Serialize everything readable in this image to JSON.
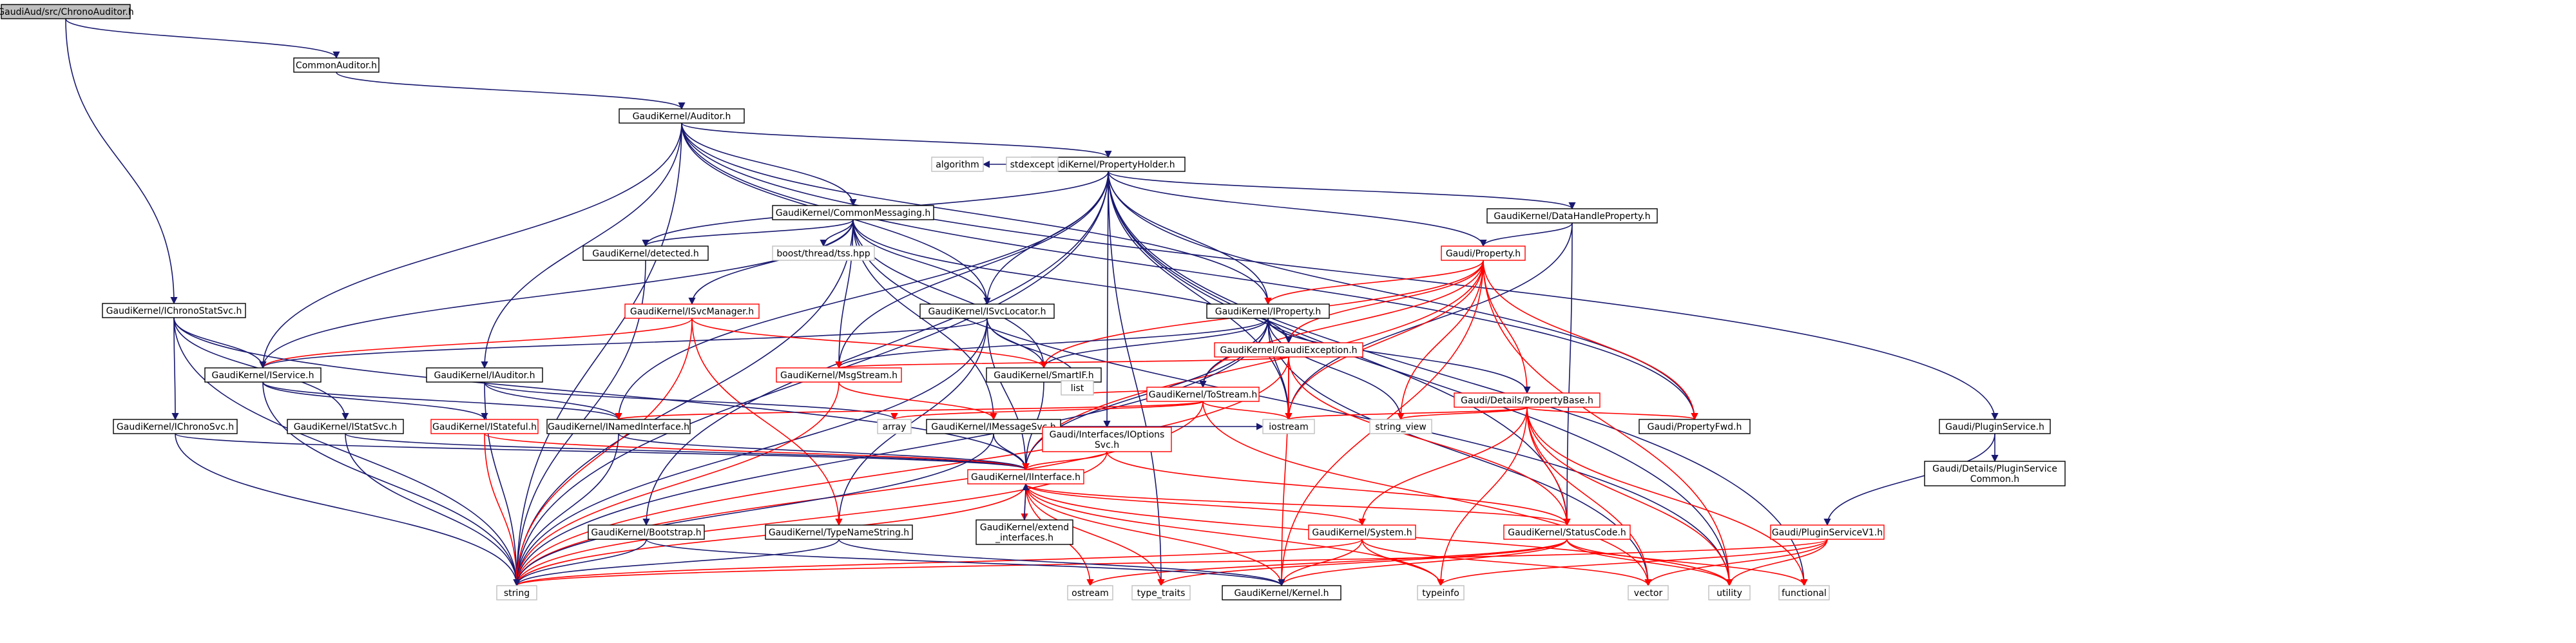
{
  "nodes": [
    {
      "id": "root",
      "label": "GaudiAud/src/ChronoAuditor.h",
      "style": "root"
    },
    {
      "id": "commonAuditor",
      "label": "CommonAuditor.h",
      "style": "normal"
    },
    {
      "id": "auditor",
      "label": "GaudiKernel/Auditor.h",
      "style": "normal"
    },
    {
      "id": "iChronoStatSvc",
      "label": "GaudiKernel/IChronoStatSvc.h",
      "style": "normal"
    },
    {
      "id": "propertyHolder",
      "label": "GaudiKernel/PropertyHolder.h",
      "style": "normal"
    },
    {
      "id": "commonMessaging",
      "label": "GaudiKernel/CommonMessaging.h",
      "style": "normal"
    },
    {
      "id": "dataHandleProperty",
      "label": "GaudiKernel/DataHandleProperty.h",
      "style": "normal"
    },
    {
      "id": "property",
      "label": "Gaudi/Property.h",
      "style": "red"
    },
    {
      "id": "iProperty",
      "label": "GaudiKernel/IProperty.h",
      "style": "normal"
    },
    {
      "id": "detected",
      "label": "GaudiKernel/detected.h",
      "style": "normal"
    },
    {
      "id": "boostTss",
      "label": "boost/thread/tss.hpp",
      "style": "grey"
    },
    {
      "id": "iSvcLocator",
      "label": "GaudiKernel/ISvcLocator.h",
      "style": "normal"
    },
    {
      "id": "iSvcManager",
      "label": "GaudiKernel/ISvcManager.h",
      "style": "red"
    },
    {
      "id": "gaudiException",
      "label": "GaudiKernel/GaudiException.h",
      "style": "red"
    },
    {
      "id": "iService",
      "label": "GaudiKernel/IService.h",
      "style": "normal"
    },
    {
      "id": "iAuditor",
      "label": "GaudiKernel/IAuditor.h",
      "style": "normal"
    },
    {
      "id": "msgStream",
      "label": "GaudiKernel/MsgStream.h",
      "style": "red"
    },
    {
      "id": "smartIF",
      "label": "GaudiKernel/SmartIF.h",
      "style": "normal"
    },
    {
      "id": "toStream",
      "label": "GaudiKernel/ToStream.h",
      "style": "red"
    },
    {
      "id": "propertyBase",
      "label": "Gaudi/Details/PropertyBase.h",
      "style": "red"
    },
    {
      "id": "iChronoSvc",
      "label": "GaudiKernel/IChronoSvc.h",
      "style": "normal"
    },
    {
      "id": "iStatSvc",
      "label": "GaudiKernel/IStatSvc.h",
      "style": "normal"
    },
    {
      "id": "iStateful",
      "label": "GaudiKernel/IStateful.h",
      "style": "red"
    },
    {
      "id": "iNamedInterface",
      "label": "GaudiKernel/INamedInterface.h",
      "style": "normal"
    },
    {
      "id": "array",
      "label": "array",
      "style": "grey"
    },
    {
      "id": "iMessageSvc",
      "label": "GaudiKernel/IMessageSvc.h",
      "style": "normal"
    },
    {
      "id": "list",
      "label": "list",
      "style": "grey"
    },
    {
      "id": "iOptionsSvc",
      "label": [
        "Gaudi/Interfaces/IOptions",
        "Svc.h"
      ],
      "style": "red"
    },
    {
      "id": "iostream",
      "label": "iostream",
      "style": "grey"
    },
    {
      "id": "stringView",
      "label": "string_view",
      "style": "grey"
    },
    {
      "id": "propertyFwd",
      "label": "Gaudi/PropertyFwd.h",
      "style": "normal"
    },
    {
      "id": "pluginService",
      "label": "Gaudi/PluginService.h",
      "style": "normal"
    },
    {
      "id": "pluginServiceCommon",
      "label": [
        "Gaudi/Details/PluginService",
        "Common.h"
      ],
      "style": "normal"
    },
    {
      "id": "iInterface",
      "label": "GaudiKernel/IInterface.h",
      "style": "red"
    },
    {
      "id": "extendInterfaces",
      "label": [
        "GaudiKernel/extend",
        "_interfaces.h"
      ],
      "style": "normal"
    },
    {
      "id": "system",
      "label": "GaudiKernel/System.h",
      "style": "red"
    },
    {
      "id": "statusCode",
      "label": "GaudiKernel/StatusCode.h",
      "style": "red"
    },
    {
      "id": "pluginServiceV1",
      "label": "Gaudi/PluginServiceV1.h",
      "style": "red"
    },
    {
      "id": "bootstrap",
      "label": "GaudiKernel/Bootstrap.h",
      "style": "normal"
    },
    {
      "id": "typeNameString",
      "label": "GaudiKernel/TypeNameString.h",
      "style": "normal"
    },
    {
      "id": "algorithm",
      "label": "algorithm",
      "style": "grey"
    },
    {
      "id": "stdexcept",
      "label": "stdexcept",
      "style": "grey"
    },
    {
      "id": "string",
      "label": "string",
      "style": "grey"
    },
    {
      "id": "ostream",
      "label": "ostream",
      "style": "grey"
    },
    {
      "id": "typeTraits",
      "label": "type_traits",
      "style": "grey"
    },
    {
      "id": "kernel",
      "label": "GaudiKernel/Kernel.h",
      "style": "normal"
    },
    {
      "id": "typeinfo",
      "label": "typeinfo",
      "style": "grey"
    },
    {
      "id": "vector",
      "label": "vector",
      "style": "grey"
    },
    {
      "id": "utility",
      "label": "utility",
      "style": "grey"
    },
    {
      "id": "functional",
      "label": "functional",
      "style": "grey"
    }
  ],
  "edges": [
    [
      "root",
      "commonAuditor"
    ],
    [
      "root",
      "iChronoStatSvc"
    ],
    [
      "commonAuditor",
      "auditor"
    ],
    [
      "auditor",
      "propertyHolder"
    ],
    [
      "auditor",
      "commonMessaging"
    ],
    [
      "auditor",
      "iProperty"
    ],
    [
      "auditor",
      "iSvcLocator"
    ],
    [
      "auditor",
      "iService"
    ],
    [
      "auditor",
      "iAuditor"
    ],
    [
      "auditor",
      "string"
    ],
    [
      "auditor",
      "propertyFwd"
    ],
    [
      "auditor",
      "pluginService"
    ],
    [
      "propertyHolder",
      "property"
    ],
    [
      "propertyHolder",
      "iProperty"
    ],
    [
      "propertyHolder",
      "detected"
    ],
    [
      "propertyHolder",
      "dataHandleProperty"
    ],
    [
      "propertyHolder",
      "algorithm"
    ],
    [
      "propertyHolder",
      "stdexcept"
    ],
    [
      "propertyHolder",
      "iSvcLocator"
    ],
    [
      "propertyHolder",
      "iNamedInterface"
    ],
    [
      "propertyHolder",
      "msgStream"
    ],
    [
      "propertyHolder",
      "iOptionsSvc"
    ],
    [
      "propertyHolder",
      "iostream"
    ],
    [
      "propertyHolder",
      "propertyFwd"
    ],
    [
      "propertyHolder",
      "string"
    ],
    [
      "propertyHolder",
      "utility"
    ],
    [
      "propertyHolder",
      "functional"
    ],
    [
      "propertyHolder",
      "statusCode"
    ],
    [
      "propertyHolder",
      "bootstrap"
    ],
    [
      "propertyHolder",
      "typeTraits"
    ],
    [
      "commonMessaging",
      "detected"
    ],
    [
      "commonMessaging",
      "boostTss"
    ],
    [
      "commonMessaging",
      "iSvcLocator"
    ],
    [
      "commonMessaging",
      "iSvcManager"
    ],
    [
      "commonMessaging",
      "gaudiException"
    ],
    [
      "commonMessaging",
      "msgStream"
    ],
    [
      "commonMessaging",
      "smartIF"
    ],
    [
      "commonMessaging",
      "iMessageSvc"
    ],
    [
      "commonMessaging",
      "string"
    ],
    [
      "commonMessaging",
      "iService"
    ],
    [
      "commonMessaging",
      "utility"
    ],
    [
      "dataHandleProperty",
      "property"
    ],
    [
      "dataHandleProperty",
      "iostream"
    ],
    [
      "dataHandleProperty",
      "statusCode"
    ],
    [
      "property",
      "iProperty"
    ],
    [
      "property",
      "propertyBase"
    ],
    [
      "property",
      "toStream"
    ],
    [
      "property",
      "gaudiException"
    ],
    [
      "property",
      "smartIF"
    ],
    [
      "property",
      "stringView"
    ],
    [
      "property",
      "iostream"
    ],
    [
      "property",
      "propertyFwd"
    ],
    [
      "property",
      "kernel"
    ],
    [
      "property",
      "utility"
    ],
    [
      "property",
      "iInterface"
    ],
    [
      "iProperty",
      "propertyBase"
    ],
    [
      "iProperty",
      "toStream"
    ],
    [
      "iProperty",
      "iInterface"
    ],
    [
      "iProperty",
      "gaudiException"
    ],
    [
      "iProperty",
      "iostream"
    ],
    [
      "iProperty",
      "stringView"
    ],
    [
      "iProperty",
      "vector"
    ],
    [
      "iProperty",
      "string"
    ],
    [
      "iProperty",
      "msgStream"
    ],
    [
      "iProperty",
      "smartIF"
    ],
    [
      "detected",
      "string"
    ],
    [
      "iSvcLocator",
      "iInterface"
    ],
    [
      "iSvcLocator",
      "smartIF"
    ],
    [
      "iSvcLocator",
      "list"
    ],
    [
      "iSvcLocator",
      "iService"
    ],
    [
      "iSvcLocator",
      "typeNameString"
    ],
    [
      "iSvcLocator",
      "string"
    ],
    [
      "iSvcManager",
      "iService"
    ],
    [
      "iSvcManager",
      "smartIF"
    ],
    [
      "iSvcManager",
      "typeNameString"
    ],
    [
      "iSvcManager",
      "string"
    ],
    [
      "gaudiException",
      "statusCode"
    ],
    [
      "gaudiException",
      "iostream"
    ],
    [
      "gaudiException",
      "kernel"
    ],
    [
      "gaudiException",
      "string"
    ],
    [
      "gaudiException",
      "msgStream"
    ],
    [
      "iService",
      "iNamedInterface"
    ],
    [
      "iService",
      "iStateful"
    ],
    [
      "iService",
      "string"
    ],
    [
      "iAuditor",
      "iNamedInterface"
    ],
    [
      "iAuditor",
      "array"
    ],
    [
      "iAuditor",
      "string"
    ],
    [
      "msgStream",
      "iMessageSvc"
    ],
    [
      "msgStream",
      "string"
    ],
    [
      "smartIF",
      "iInterface"
    ],
    [
      "toStream",
      "array"
    ],
    [
      "toStream",
      "list"
    ],
    [
      "toStream",
      "iostream"
    ],
    [
      "toStream",
      "vector"
    ],
    [
      "toStream",
      "string"
    ],
    [
      "toStream",
      "iNamedInterface"
    ],
    [
      "propertyBase",
      "propertyFwd"
    ],
    [
      "propertyBase",
      "statusCode"
    ],
    [
      "propertyBase",
      "iostream"
    ],
    [
      "propertyBase",
      "stringView"
    ],
    [
      "propertyBase",
      "system"
    ],
    [
      "propertyBase",
      "typeinfo"
    ],
    [
      "propertyBase",
      "utility"
    ],
    [
      "propertyBase",
      "functional"
    ],
    [
      "propertyBase",
      "vector"
    ],
    [
      "iChronoStatSvc",
      "iService"
    ],
    [
      "iChronoStatSvc",
      "iChronoSvc"
    ],
    [
      "iChronoStatSvc",
      "iStatSvc"
    ],
    [
      "iChronoStatSvc",
      "string"
    ],
    [
      "iChronoStatSvc",
      "iInterface"
    ],
    [
      "iChronoSvc",
      "iInterface"
    ],
    [
      "iChronoSvc",
      "string"
    ],
    [
      "iStatSvc",
      "iInterface"
    ],
    [
      "iStatSvc",
      "string"
    ],
    [
      "iStateful",
      "iInterface"
    ],
    [
      "iStateful",
      "string"
    ],
    [
      "iNamedInterface",
      "iInterface"
    ],
    [
      "iNamedInterface",
      "string"
    ],
    [
      "iMessageSvc",
      "iInterface"
    ],
    [
      "iMessageSvc",
      "iostream"
    ],
    [
      "iMessageSvc",
      "string"
    ],
    [
      "iOptionsSvc",
      "iInterface"
    ],
    [
      "iOptionsSvc",
      "string"
    ],
    [
      "iOptionsSvc",
      "statusCode"
    ],
    [
      "pluginService",
      "pluginServiceCommon"
    ],
    [
      "pluginService",
      "pluginServiceV1"
    ],
    [
      "pluginServiceV1",
      "typeinfo"
    ],
    [
      "pluginServiceV1",
      "string"
    ],
    [
      "pluginServiceV1",
      "utility"
    ],
    [
      "pluginServiceV1",
      "vector"
    ],
    [
      "iInterface",
      "extendInterfaces"
    ],
    [
      "iInterface",
      "system"
    ],
    [
      "iInterface",
      "statusCode"
    ],
    [
      "iInterface",
      "kernel"
    ],
    [
      "iInterface",
      "ostream"
    ],
    [
      "iInterface",
      "typeTraits"
    ],
    [
      "iInterface",
      "typeinfo"
    ],
    [
      "iInterface",
      "string"
    ],
    [
      "iInterface",
      "utility"
    ],
    [
      "extendInterfaces",
      "iInterface"
    ],
    [
      "system",
      "kernel"
    ],
    [
      "system",
      "string"
    ],
    [
      "system",
      "typeinfo"
    ],
    [
      "system",
      "vector"
    ],
    [
      "statusCode",
      "kernel"
    ],
    [
      "statusCode",
      "ostream"
    ],
    [
      "statusCode",
      "utility"
    ],
    [
      "statusCode",
      "functional"
    ],
    [
      "statusCode",
      "typeTraits"
    ],
    [
      "bootstrap",
      "string"
    ],
    [
      "bootstrap",
      "kernel"
    ],
    [
      "typeNameString",
      "string"
    ],
    [
      "typeNameString",
      "kernel"
    ]
  ]
}
